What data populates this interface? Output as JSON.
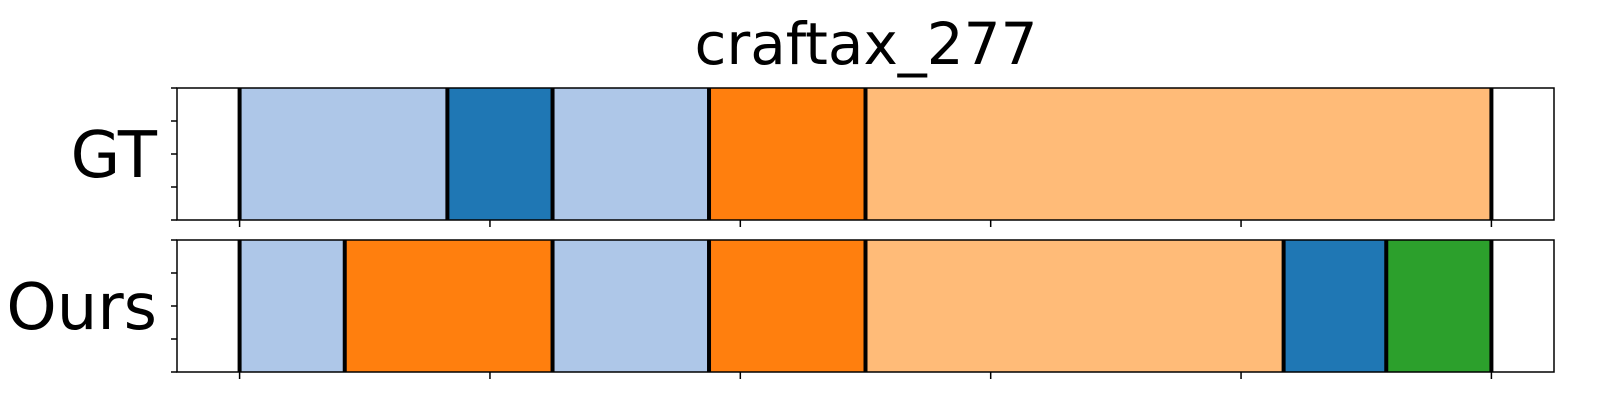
{
  "chart_data": {
    "type": "segmentation",
    "title": "craftax_277",
    "xlim": [
      0,
      5.5
    ],
    "x_ticks": [
      0.25,
      1.25,
      2.25,
      3.25,
      4.25,
      5.25
    ],
    "colors": {
      "light-blue": "#aec7e8",
      "blue": "#1f77b4",
      "orange": "#ff7f0e",
      "light-orange": "#ffbb78",
      "green": "#2ca02c"
    },
    "rows": [
      {
        "label": "GT",
        "segments": [
          {
            "start": 0.25,
            "end": 1.08,
            "color": "light-blue"
          },
          {
            "start": 1.08,
            "end": 1.5,
            "color": "blue"
          },
          {
            "start": 1.5,
            "end": 2.125,
            "color": "light-blue"
          },
          {
            "start": 2.125,
            "end": 2.75,
            "color": "orange"
          },
          {
            "start": 2.75,
            "end": 5.25,
            "color": "light-orange"
          }
        ]
      },
      {
        "label": "Ours",
        "segments": [
          {
            "start": 0.25,
            "end": 0.67,
            "color": "light-blue"
          },
          {
            "start": 0.67,
            "end": 1.5,
            "color": "orange"
          },
          {
            "start": 1.5,
            "end": 2.125,
            "color": "light-blue"
          },
          {
            "start": 2.125,
            "end": 2.75,
            "color": "orange"
          },
          {
            "start": 2.75,
            "end": 4.42,
            "color": "light-orange"
          },
          {
            "start": 4.42,
            "end": 4.83,
            "color": "blue"
          },
          {
            "start": 4.83,
            "end": 5.25,
            "color": "green"
          }
        ]
      }
    ]
  }
}
